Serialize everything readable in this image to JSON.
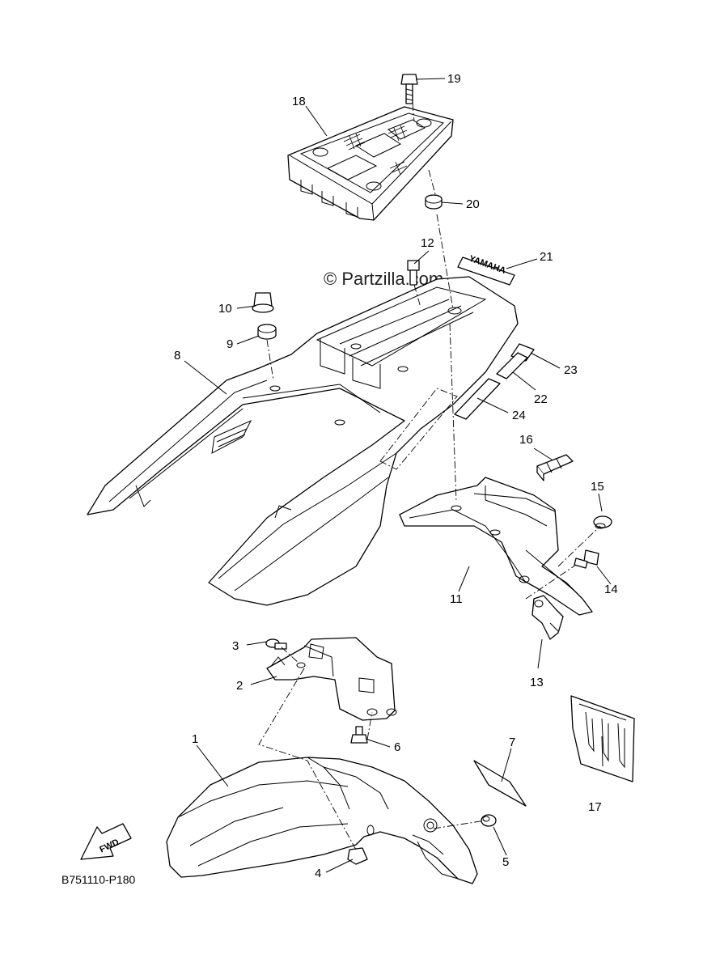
{
  "watermark": "© Partzilla.com",
  "diagram_code": "B751110-P180",
  "fwd_label": "FWD",
  "decal_text": "YAMAHA",
  "callouts": {
    "c1": "1",
    "c2": "2",
    "c3": "3",
    "c4": "4",
    "c5": "5",
    "c6": "6",
    "c7": "7",
    "c8": "8",
    "c9": "9",
    "c10": "10",
    "c11": "11",
    "c12": "12",
    "c13": "13",
    "c14": "14",
    "c15": "15",
    "c16": "16",
    "c17": "17",
    "c18": "18",
    "c19": "19",
    "c20": "20",
    "c21": "21",
    "c22": "22",
    "c23": "23",
    "c24": "24"
  }
}
